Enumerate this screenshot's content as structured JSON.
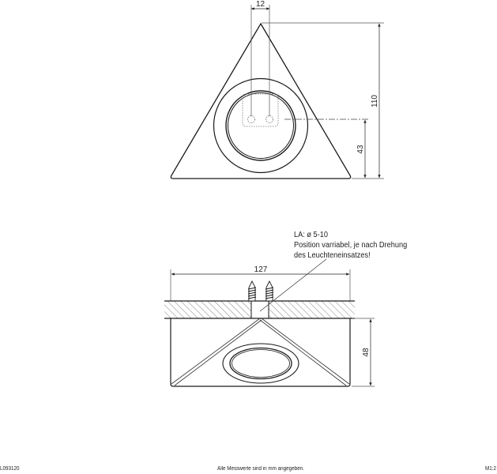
{
  "top_view": {
    "dim_width": "12",
    "dim_height": "110",
    "dim_center_height": "43"
  },
  "side_view": {
    "dim_width": "127",
    "dim_height": "48",
    "note": {
      "line1": "LA: ø 5-10",
      "line2": "Position varriabel, je nach Drehung",
      "line3": "des Leuchteneinsatzes!"
    }
  },
  "footer": {
    "drawing_id": "L093120",
    "units_note": "Alle Messwerte sind in mm angegeben.",
    "scale": "M1:2"
  },
  "colors": {
    "line": "#1a1a1a",
    "dim_line": "#555555",
    "background": "#ffffff"
  }
}
